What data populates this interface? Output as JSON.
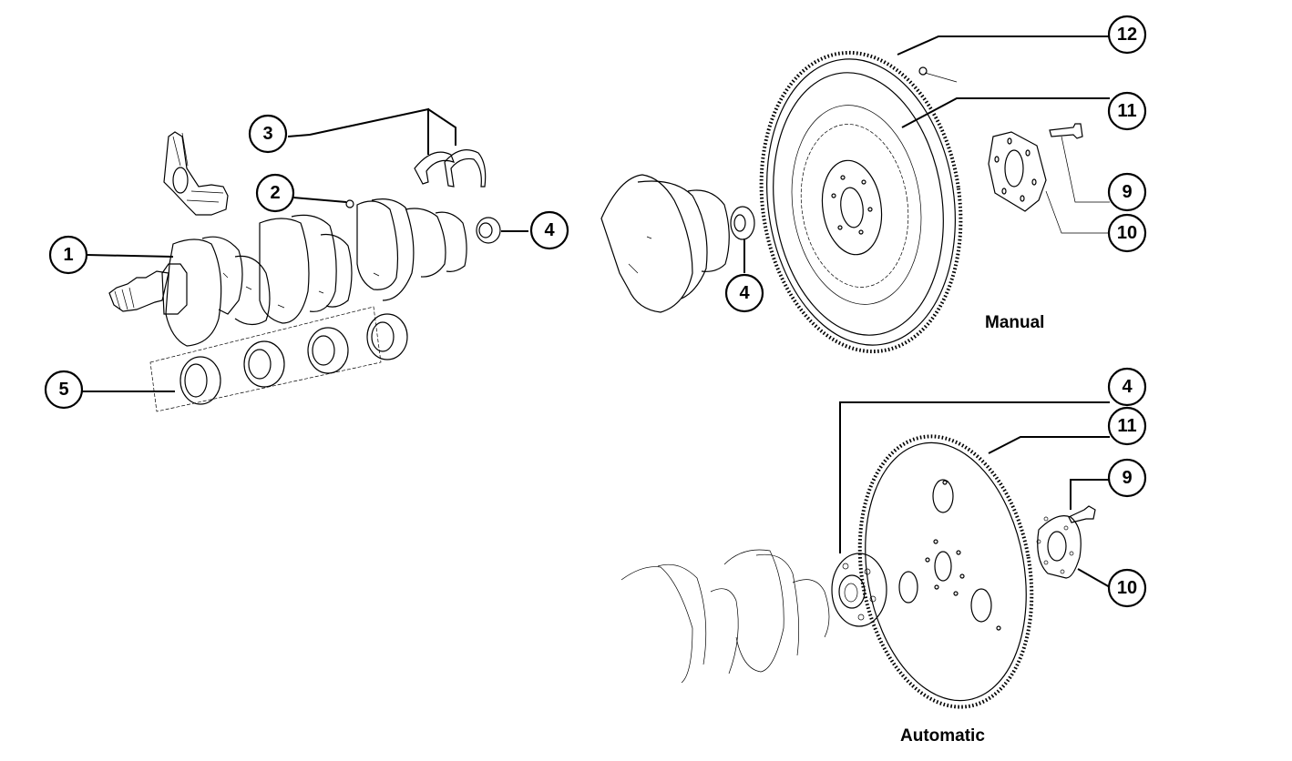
{
  "diagram": {
    "type": "exploded parts diagram",
    "callouts": {
      "c1": "1",
      "c2": "2",
      "c3": "3",
      "c4a": "4",
      "c5": "5",
      "c4b": "4",
      "c12": "12",
      "c11a": "11",
      "c9a": "9",
      "c10a": "10",
      "c4c": "4",
      "c11b": "11",
      "c9b": "9",
      "c10b": "10"
    },
    "captions": {
      "manual": "Manual",
      "automatic": "Automatic"
    },
    "colors": {
      "line": "#000000",
      "background": "#ffffff"
    }
  }
}
